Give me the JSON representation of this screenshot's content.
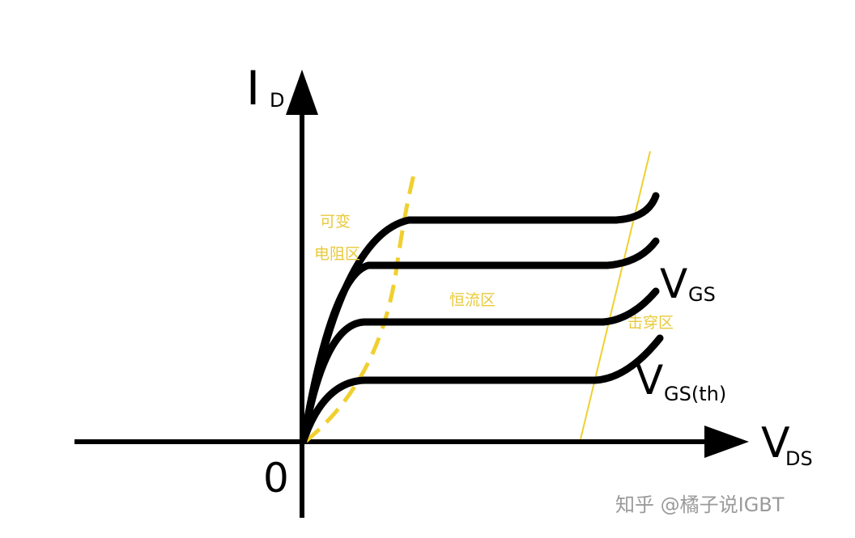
{
  "axes": {
    "y_main": "I",
    "y_sub": "D",
    "x_main": "V",
    "x_sub": "DS",
    "origin": "0"
  },
  "curve_labels": {
    "vgs_main": "V",
    "vgs_sub": "GS",
    "vth_main": "V",
    "vth_sub": "GS(th)"
  },
  "regions": {
    "variable_resistance_line1": "可变",
    "variable_resistance_line2": "电阻区",
    "constant_current": "恒流区",
    "breakdown": "击穿区"
  },
  "watermark": "知乎 @橘子说IGBT",
  "colors": {
    "curve": "#000000",
    "region": "#e8c93a"
  }
}
